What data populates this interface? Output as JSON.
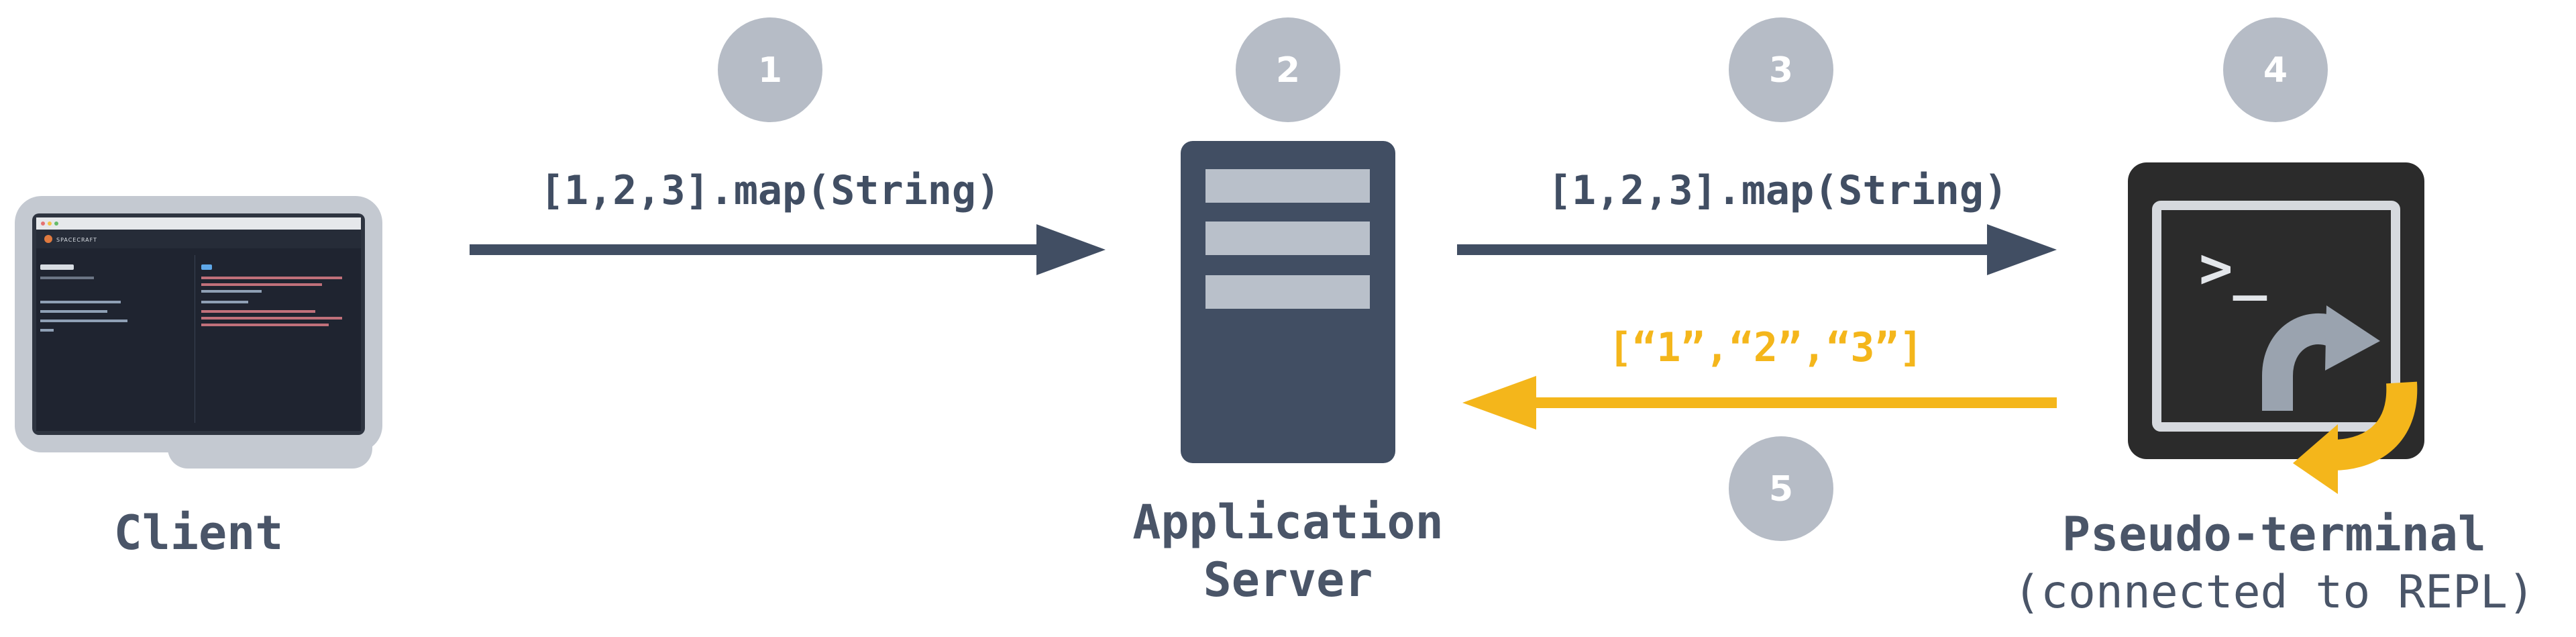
{
  "colors": {
    "dark_slate": "#414e63",
    "step_circle": "#b6bcc6",
    "response_yellow": "#f4b61b",
    "label_text": "#4a5568",
    "terminal_body": "#2b2b2b"
  },
  "steps": {
    "s1": "1",
    "s2": "2",
    "s3": "3",
    "s4": "4",
    "s5": "5"
  },
  "arrows": {
    "client_to_server": "[1,2,3].map(String)",
    "server_to_terminal": "[1,2,3].map(String)",
    "terminal_to_server": "[“1”,“2”,“3”]"
  },
  "nodes": {
    "client": {
      "label": "Client",
      "icon": "laptop-icon",
      "screen_brand": "SPACECRAFT"
    },
    "server": {
      "label_line1": "Application",
      "label_line2": "Server",
      "icon": "server-icon"
    },
    "terminal": {
      "label": "Pseudo-terminal",
      "sublabel": "(connected to REPL)",
      "icon": "terminal-icon",
      "prompt": ">_"
    }
  }
}
